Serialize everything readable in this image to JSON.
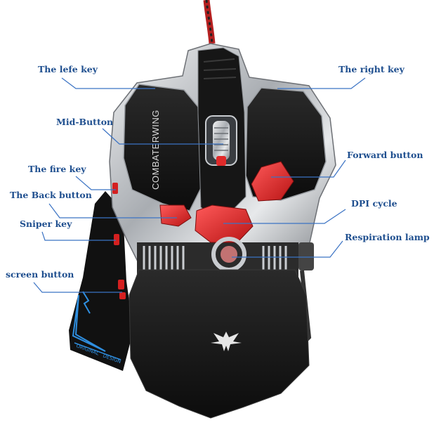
{
  "colors": {
    "label_text": "#1f4f8f",
    "leader_line": "#3b73c4",
    "shell": "#151515",
    "chrome": "#c9ccd0",
    "accent_red": "#e02a2a",
    "side_stripe": "#2f8fe0",
    "background": "#ffffff"
  },
  "mouse": {
    "brand_text": "COMBATERWING",
    "side_text_1": "ORIGINAL",
    "side_text_2": "DESIGN",
    "logo_icon": "winged-emblem-icon"
  },
  "labels": {
    "left_key": "The lefe key",
    "right_key": "The right key",
    "mid_button": "Mid-Button",
    "forward_button": "Forward button",
    "fire_key": "The fire key",
    "back_button": "The Back button",
    "dpi_cycle": "DPI cycle",
    "sniper_key": "Sniper key",
    "respiration_lamp": "Respiration lamp",
    "screen_button": "screen button"
  }
}
